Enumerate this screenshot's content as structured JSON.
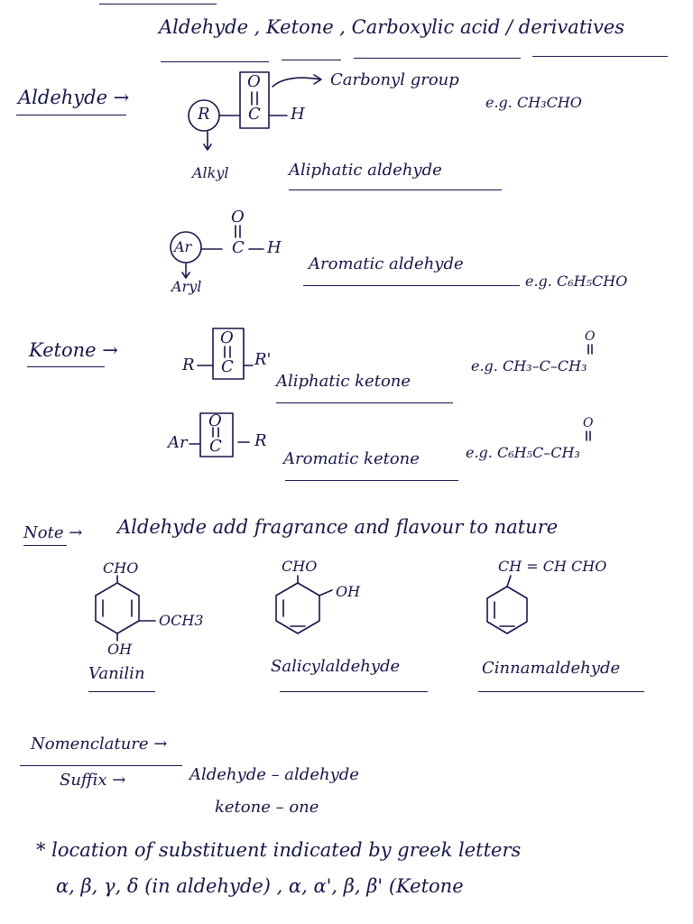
{
  "header": {
    "title": "Aldehyde , Ketone , Carboxylic acid / derivatives"
  },
  "aldehyde": {
    "label": "Aldehyde →",
    "structure": {
      "r": "R",
      "o": "O",
      "c": "C",
      "h": "H"
    },
    "carbonyl_label": "Carbonyl group",
    "alkyl_label": "Alkyl",
    "aliphatic_label": "Aliphatic aldehyde",
    "aliphatic_example": "e.g. CH₃CHO",
    "aromatic_structure": {
      "ar": "Ar",
      "c": "C",
      "h": "H",
      "o": "O"
    },
    "aryl_label": "Aryl",
    "aromatic_label": "Aromatic aldehyde",
    "aromatic_example": "e.g. C₆H₅CHO"
  },
  "ketone": {
    "label": "Ketone →",
    "structure": {
      "r": "R",
      "o": "O",
      "c": "C",
      "r1": "R'"
    },
    "aliphatic_label": "Aliphatic ketone",
    "aliphatic_example": "e.g. CH₃–C–CH₃",
    "aromatic_structure": {
      "ar": "Ar",
      "o": "O",
      "c": "C",
      "r": "R"
    },
    "aromatic_label": "Aromatic ketone",
    "aromatic_example": "e.g. C₆H₅C–CH₃",
    "example_o": "O"
  },
  "note": {
    "label": "Note →",
    "text": "Aldehyde add fragrance and flavour to nature",
    "vanillin": {
      "top": "CHO",
      "side": "OCH3",
      "bottom": "OH",
      "name": "Vanilin"
    },
    "salicylaldehyde": {
      "top": "CHO",
      "side": "OH",
      "name": "Salicylaldehyde"
    },
    "cinnamaldehyde": {
      "top": "CH = CH CHO",
      "name": "Cinnamaldehyde"
    }
  },
  "nomenclature": {
    "title": "Nomenclature →",
    "suffix_label": "Suffix →",
    "aldehyde_rule": "Aldehyde – aldehyde",
    "ketone_rule": "ketone – one",
    "location_line1": "* location of substituent indicated by greek letters",
    "location_line2": "α, β, γ, δ (in aldehyde) , α, α', β, β' (Ketone"
  }
}
